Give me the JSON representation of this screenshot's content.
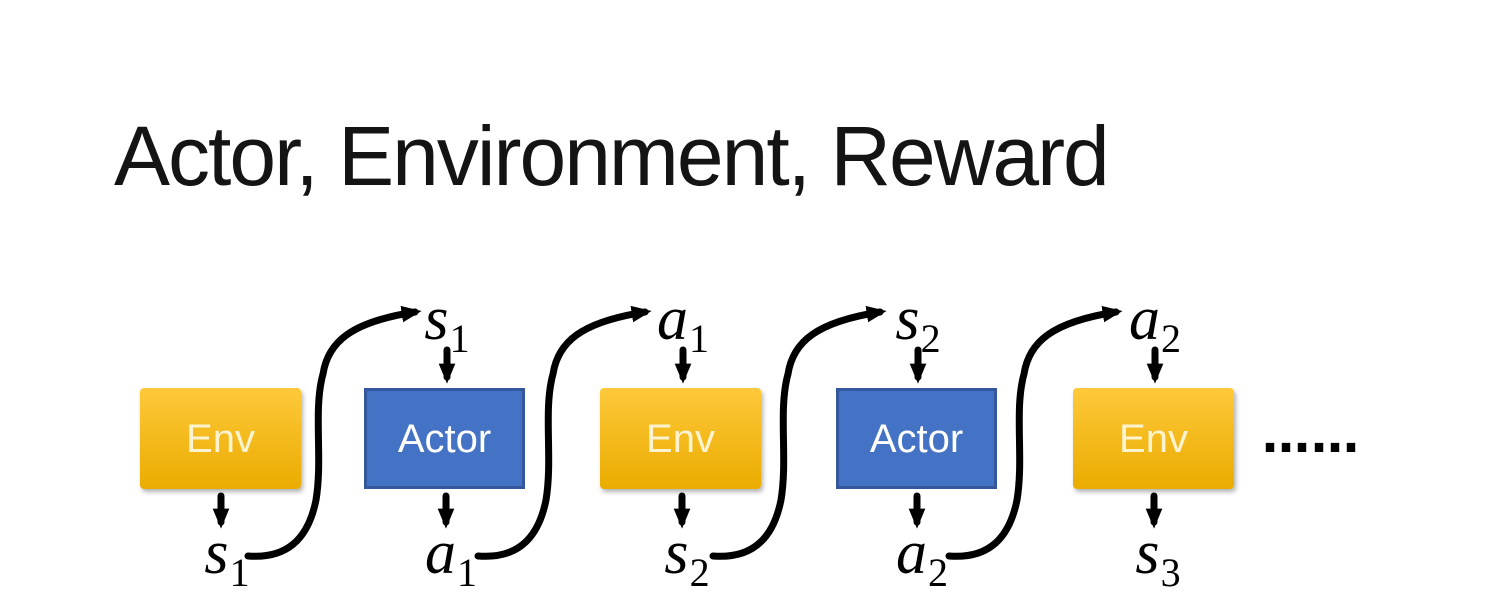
{
  "title": "Actor, Environment, Reward",
  "diagram": {
    "boxes": [
      {
        "label": "Env",
        "type": "env"
      },
      {
        "label": "Actor",
        "type": "actor"
      },
      {
        "label": "Env",
        "type": "env"
      },
      {
        "label": "Actor",
        "type": "actor"
      },
      {
        "label": "Env",
        "type": "env"
      }
    ],
    "top_labels": [
      {
        "base": "s",
        "sub": "1"
      },
      {
        "base": "a",
        "sub": "1"
      },
      {
        "base": "s",
        "sub": "2"
      },
      {
        "base": "a",
        "sub": "2"
      }
    ],
    "bottom_labels": [
      {
        "base": "s",
        "sub": "1"
      },
      {
        "base": "a",
        "sub": "1"
      },
      {
        "base": "s",
        "sub": "2"
      },
      {
        "base": "a",
        "sub": "2"
      },
      {
        "base": "s",
        "sub": "3"
      }
    ],
    "ellipsis": "……",
    "colors": {
      "background": "#FFFFFF",
      "title_text": "#141414",
      "env_top": "#FEC93B",
      "env_bottom": "#EAAC00",
      "env_text": "#FDF3CF",
      "actor_fill": "#4472C4",
      "actor_border": "#35579E",
      "actor_text": "#FFFFFF",
      "arrow": "#000000"
    }
  }
}
